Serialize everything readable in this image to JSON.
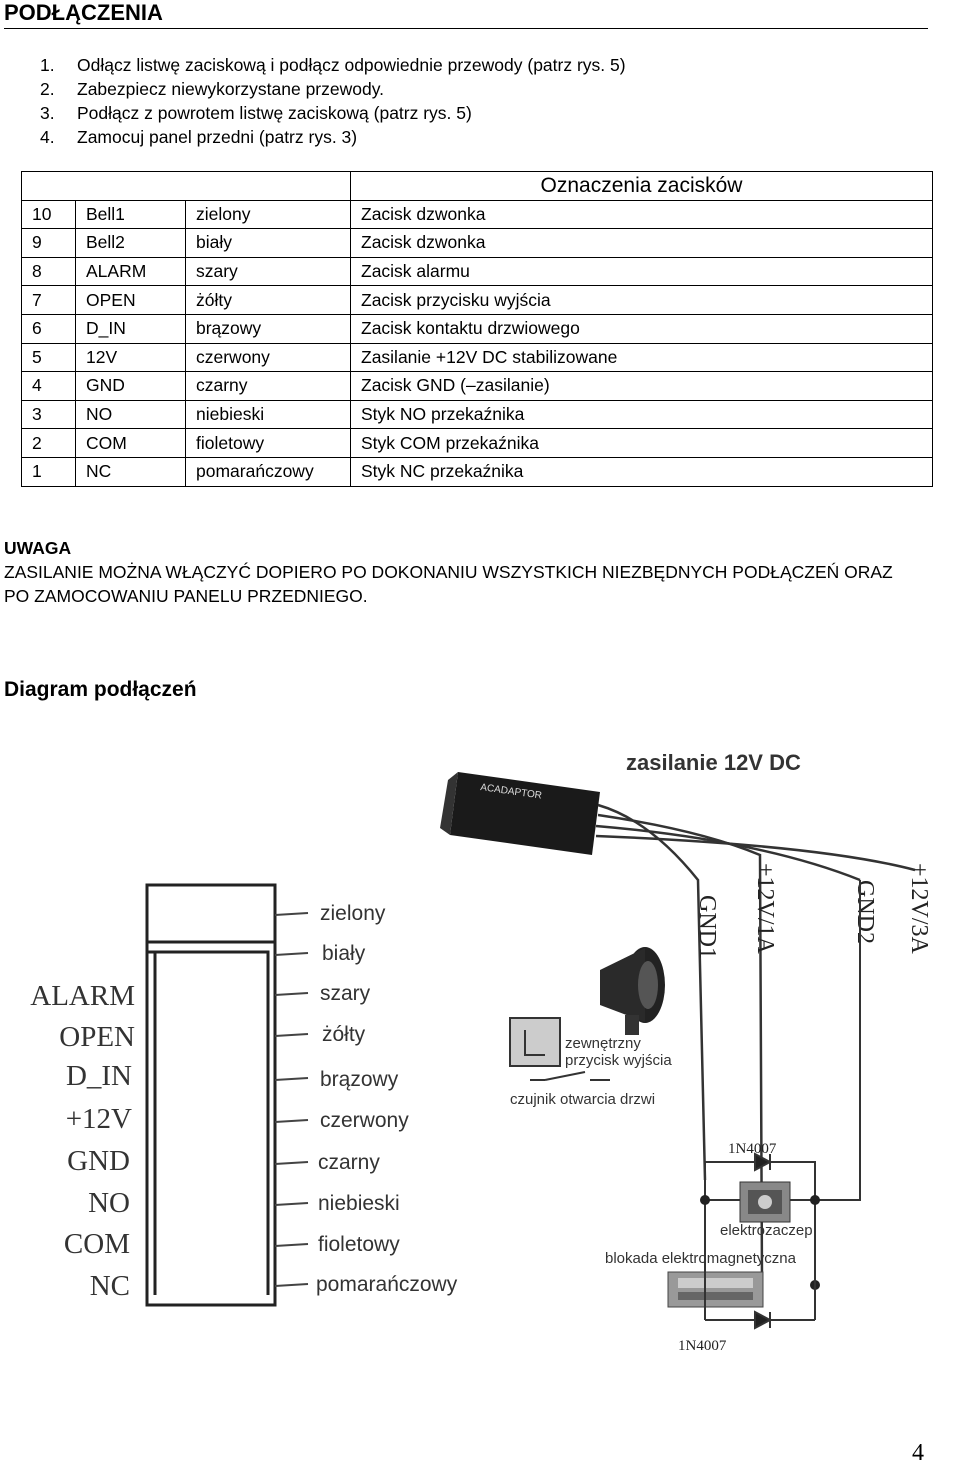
{
  "heading": "PODŁĄCZENIA",
  "steps": [
    {
      "num": "1.",
      "text": "Odłącz listwę zaciskową i podłącz odpowiednie przewody (patrz rys. 5)"
    },
    {
      "num": "2.",
      "text": "Zabezpiecz niewykorzystane przewody."
    },
    {
      "num": "3.",
      "text": "Podłącz z powrotem listwę zaciskową (patrz rys. 5)"
    },
    {
      "num": "4.",
      "text": "Zamocuj panel przedni (patrz rys. 3)"
    }
  ],
  "table": {
    "title": "Oznaczenia zacisków",
    "rows": [
      {
        "no": "10",
        "name": "Bell1",
        "color": "zielony",
        "desc": "Zacisk dzwonka"
      },
      {
        "no": "9",
        "name": "Bell2",
        "color": "biały",
        "desc": "Zacisk dzwonka"
      },
      {
        "no": "8",
        "name": "ALARM",
        "color": "szary",
        "desc": "Zacisk alarmu"
      },
      {
        "no": "7",
        "name": "OPEN",
        "color": "żółty",
        "desc": "Zacisk przycisku wyjścia"
      },
      {
        "no": "6",
        "name": "D_IN",
        "color": "brązowy",
        "desc": "Zacisk kontaktu drzwiowego"
      },
      {
        "no": "5",
        "name": "12V",
        "color": "czerwony",
        "desc": "Zasilanie +12V DC stabilizowane"
      },
      {
        "no": "4",
        "name": "GND",
        "color": "czarny",
        "desc": "Zacisk GND (–zasilanie)"
      },
      {
        "no": "3",
        "name": "NO",
        "color": "niebieski",
        "desc": "Styk NO przekaźnika"
      },
      {
        "no": "2",
        "name": "COM",
        "color": "fioletowy",
        "desc": "Styk COM przekaźnika"
      },
      {
        "no": "1",
        "name": "NC",
        "color": "pomarańczowy",
        "desc": "Styk NC przekaźnika"
      }
    ]
  },
  "warning": {
    "title": "UWAGA",
    "text": "ZASILANIE MOŻNA WŁĄCZYĆ DOPIERO PO DOKONANIU WSZYSTKICH NIEZBĘDNYCH PODŁĄCZEŃ ORAZ PO ZAMOCOWANIU PANELU PRZEDNIEGO."
  },
  "diagram": {
    "title": "Diagram podłączeń",
    "power_label": "zasilanie 12V DC",
    "adaptor_label": "ACADAPTOR",
    "terminals": [
      "ALARM",
      "OPEN",
      "D_IN",
      "+12V",
      "GND",
      "NO",
      "COM",
      "NC"
    ],
    "wires": [
      "zielony",
      "biały",
      "szary",
      "żółty",
      "brązowy",
      "czerwony",
      "czarny",
      "niebieski",
      "fioletowy",
      "pomarańczowy"
    ],
    "psu_outputs": [
      "GND1",
      "+12V/1A",
      "GND2",
      "+12V/3A"
    ],
    "exit_button": "zewnętrzny przycisk wyjścia",
    "exit_button_lines": [
      "zewnętrzny",
      "przycisk wyjścia"
    ],
    "door_sensor": "czujnik otwarcia drzwi",
    "diode_top": "1N4007",
    "strike": "elektrozaczep",
    "maglock": "blokada elektromagnetyczna",
    "diode_bottom": "1N4007"
  },
  "page_number": "4"
}
